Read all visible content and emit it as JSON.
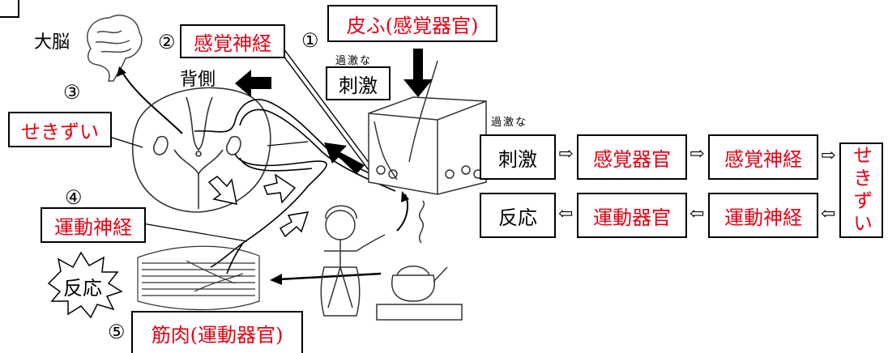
{
  "diagram": {
    "brain_label": "大脳",
    "dorsal_label": "背側",
    "stimulus_small": "過激な",
    "stimulus_label": "刺激",
    "skin_label": "皮ふ(感覚器官)",
    "sensory_nerve_label": "感覚神経",
    "spinal_cord_label": "せきずい",
    "motor_nerve_label": "運動神経",
    "response_label": "反応",
    "muscle_label": "筋肉(運動器官)",
    "num1": "①",
    "num2": "②",
    "num3": "③",
    "num4": "④",
    "num5": "⑤"
  },
  "flow": {
    "top_small": "過激な",
    "row1": [
      "刺激",
      "感覚器官",
      "感覚神経"
    ],
    "vertical": "せきずい",
    "row2": [
      "反応",
      "運動器官",
      "運動神経"
    ],
    "arrow_right": "⇨",
    "arrow_left": "⇦"
  },
  "colors": {
    "accent_red": "#e60012",
    "line": "#000000"
  }
}
